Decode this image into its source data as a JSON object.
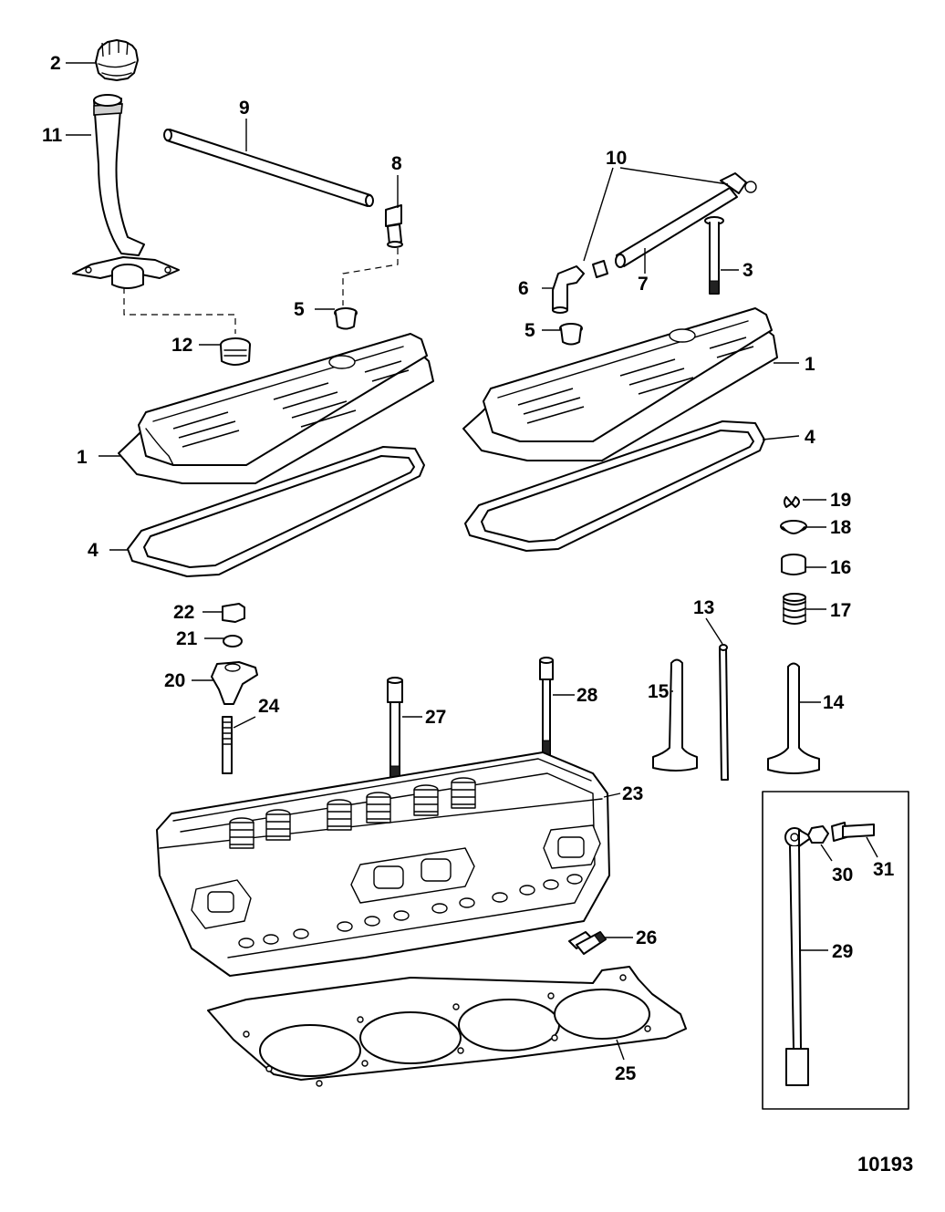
{
  "figure_number": "10193",
  "callouts": {
    "c1a": "1",
    "c1b": "1",
    "c2": "2",
    "c3": "3",
    "c4a": "4",
    "c4b": "4",
    "c5a": "5",
    "c5b": "5",
    "c6": "6",
    "c7": "7",
    "c8": "8",
    "c9": "9",
    "c10": "10",
    "c11": "11",
    "c12": "12",
    "c13": "13",
    "c14": "14",
    "c15": "15",
    "c16": "16",
    "c17": "17",
    "c18": "18",
    "c19": "19",
    "c20": "20",
    "c21": "21",
    "c22": "22",
    "c23": "23",
    "c24": "24",
    "c25": "25",
    "c26": "26",
    "c27": "27",
    "c28": "28",
    "c29": "29",
    "c30": "30",
    "c31": "31"
  },
  "parts": [
    {
      "id": "valve-cover-left",
      "icon": "valve-cover"
    },
    {
      "id": "valve-cover-right",
      "icon": "valve-cover"
    },
    {
      "id": "oil-filler-cap",
      "icon": "cap"
    },
    {
      "id": "oil-fill-tube",
      "icon": "tube"
    },
    {
      "id": "cylinder-head",
      "icon": "cylinder-head"
    },
    {
      "id": "head-gasket",
      "icon": "gasket"
    },
    {
      "id": "knock-sensor-harness",
      "icon": "sensor"
    }
  ]
}
